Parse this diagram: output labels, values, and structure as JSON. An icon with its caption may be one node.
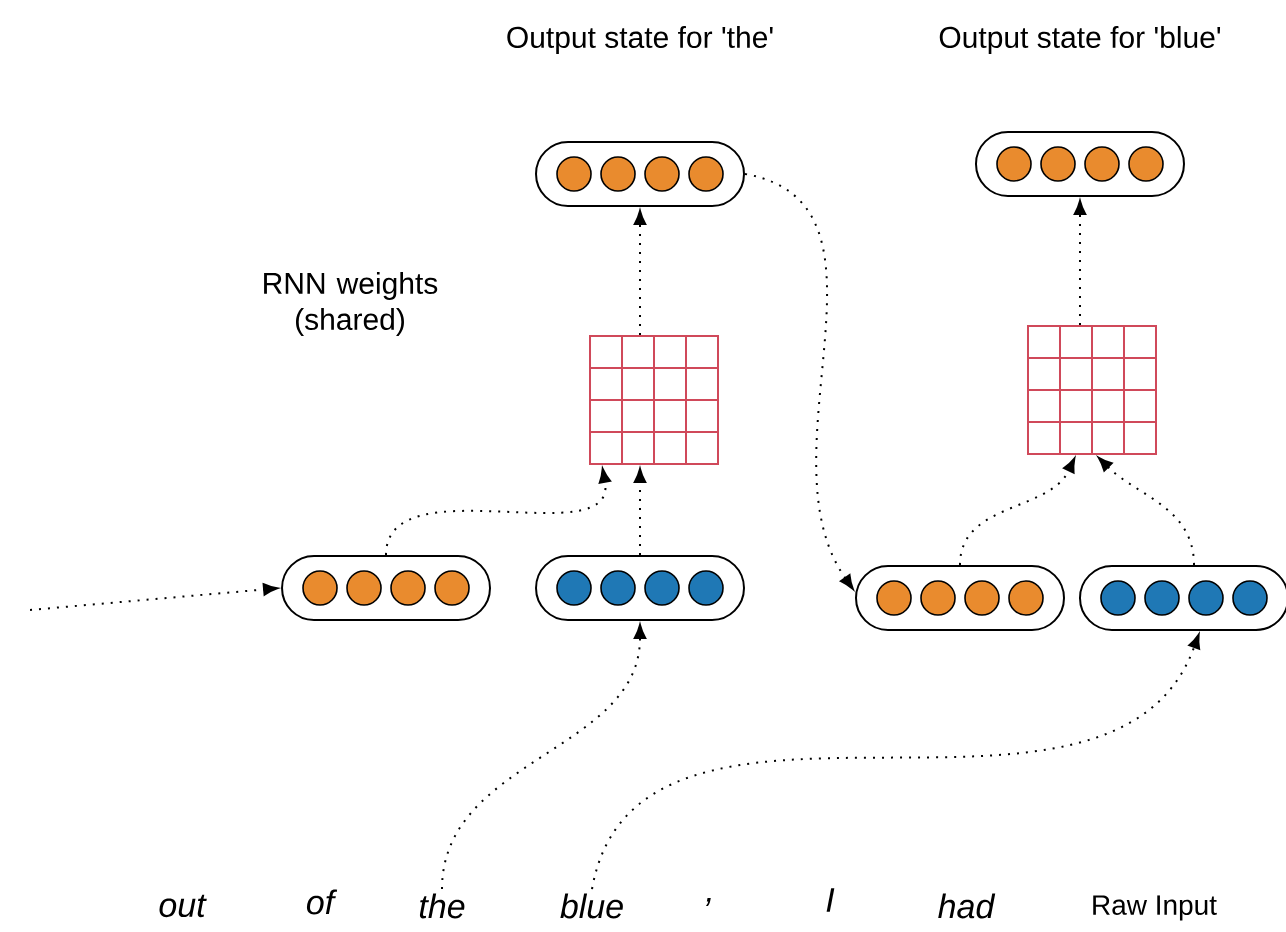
{
  "diagram": {
    "nodes": [
      {
        "text": [
          "Output state for 'the'"
        ]
      },
      {
        "text": [
          "Output state for 'blue'"
        ]
      },
      {
        "text": [],
        "shape": "grid"
      },
      {
        "text": [],
        "shape": "grid"
      },
      {
        "text": [],
        "shape": "capsule"
      },
      {
        "text": [],
        "shape": "capsule"
      },
      {
        "text": [],
        "shape": "capsule"
      },
      {
        "text": [],
        "shape": "capsule"
      },
      {
        "text": [
          "the"
        ]
      },
      {
        "text": [
          "blue"
        ]
      }
    ],
    "edges": [
      {
        "from": null,
        "to": 4,
        "arrow": "to"
      },
      {
        "from": 4,
        "to": 2,
        "arrow": "to"
      },
      {
        "from": 5,
        "to": 2,
        "arrow": "to"
      },
      {
        "from": 2,
        "to": 0,
        "arrow": "to"
      },
      {
        "from": 0,
        "to": 6,
        "arrow": "to"
      },
      {
        "from": 6,
        "to": 3,
        "arrow": "to"
      },
      {
        "from": 7,
        "to": 3,
        "arrow": "to"
      },
      {
        "from": 3,
        "to": 1,
        "arrow": "to"
      },
      {
        "from": 8,
        "to": 5,
        "arrow": "to"
      },
      {
        "from": 9,
        "to": 7,
        "arrow": "to"
      }
    ],
    "labels": [
      "RNN weights (shared)",
      "out",
      "of",
      ",",
      "I",
      "had",
      "Raw Input"
    ]
  }
}
